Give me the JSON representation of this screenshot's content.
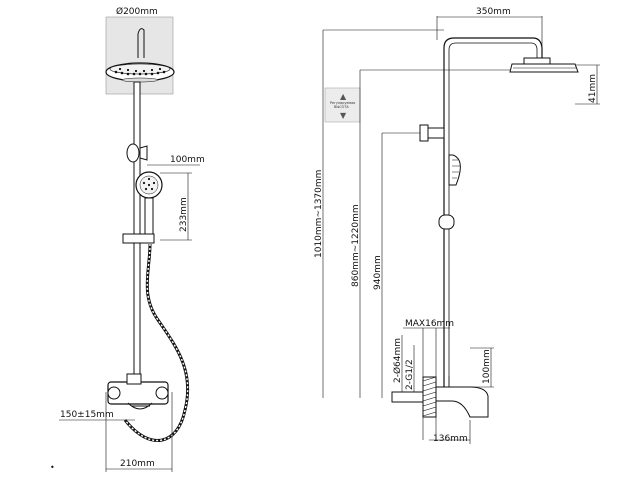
{
  "front_view": {
    "head_diameter": "Ø200mm",
    "bracket_offset": "100mm",
    "handshower_height": "233mm",
    "inlet_spacing": "150±15mm",
    "base_width": "210mm"
  },
  "side_view": {
    "arm_length": "350mm",
    "head_drop": "41mm",
    "total_height": "1010mm~1370mm",
    "head_height": "860mm~1220mm",
    "bracket_height": "940mm",
    "wall_thickness": "MAX16mm",
    "flange": "2-Ø64mm",
    "thread": "2-G1/2",
    "mixer_height": "100mm",
    "mixer_depth": "136mm"
  },
  "height_badge": {
    "line1": "Регулируемая",
    "line2": "ВЫСОТА",
    "icon_up": "▲",
    "icon_down": "▼"
  },
  "footnote": "•"
}
